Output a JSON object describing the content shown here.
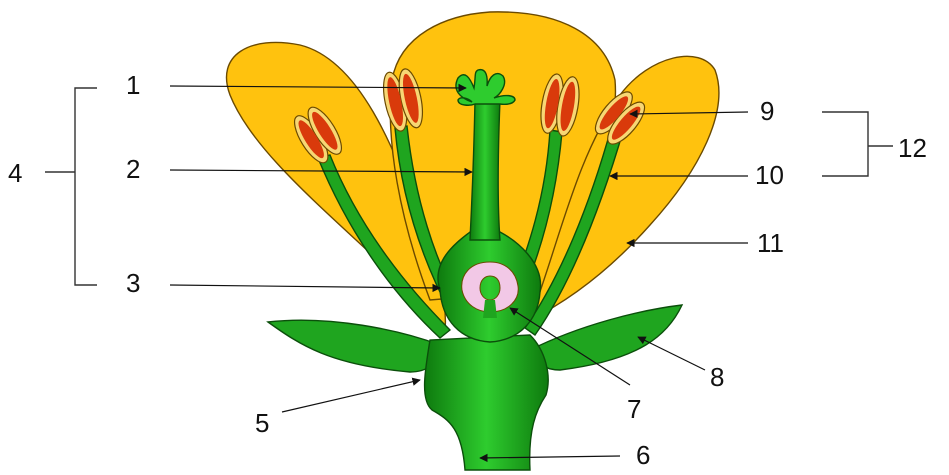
{
  "colors": {
    "petal": "#FFC20E",
    "petal_outline": "#6b4a00",
    "green": "#1FA51F",
    "green_light": "#2ECC2E",
    "green_dark": "#0E7A0E",
    "anther_fill": "#D93A0B",
    "anther_outline": "#F7D774",
    "ovule": "#F2C8E6"
  },
  "labels": {
    "l1": "1",
    "l2": "2",
    "l3": "3",
    "l4": "4",
    "l5": "5",
    "l6": "6",
    "l7": "7",
    "l8": "8",
    "l9": "9",
    "l10": "10",
    "l11": "11",
    "l12": "12"
  }
}
